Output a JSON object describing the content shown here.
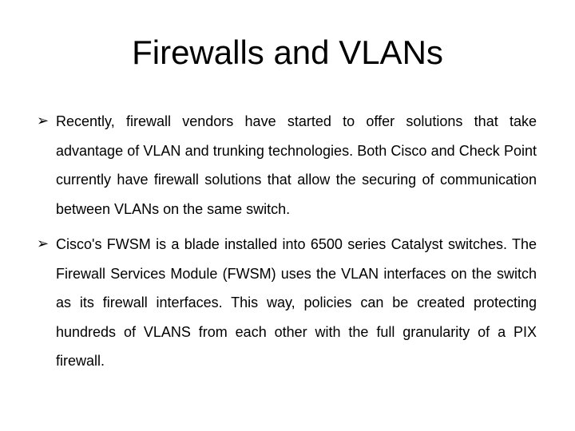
{
  "slide": {
    "title": "Firewalls and VLANs",
    "bullets": [
      {
        "marker": "➢",
        "text": "Recently, firewall vendors have started to offer solutions that take advantage of VLAN and trunking technologies. Both Cisco and Check Point currently have firewall solutions that allow the securing of communication between VLANs on the same switch."
      },
      {
        "marker": "➢",
        "text": "Cisco's FWSM is a blade installed into 6500 series Catalyst switches. The Firewall Services Module (FWSM) uses the VLAN interfaces on the switch as its firewall interfaces. This way, policies can be created protecting hundreds of VLANS from each other with the full granularity of a PIX firewall."
      }
    ]
  }
}
